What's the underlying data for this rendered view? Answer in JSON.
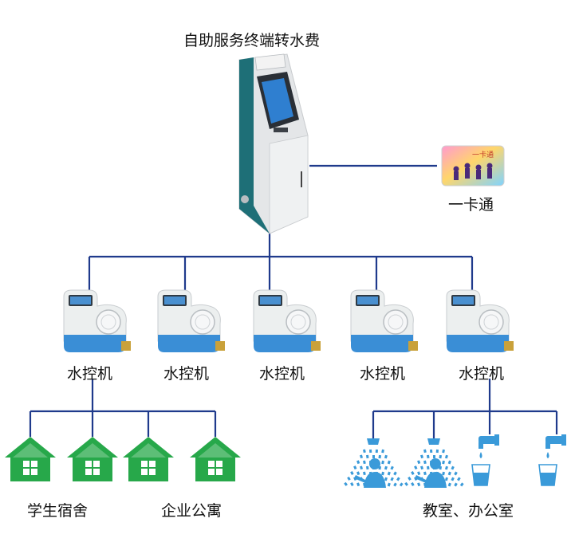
{
  "title": "自助服务终端转水费",
  "card_label": "一卡通",
  "card_logo_text": "一卡通",
  "kiosk_brand_text": "",
  "controllers": [
    {
      "label": "水控机"
    },
    {
      "label": "水控机"
    },
    {
      "label": "水控机"
    },
    {
      "label": "水控机"
    },
    {
      "label": "水控机"
    }
  ],
  "left_group_labels": {
    "dorm": "学生宿舍",
    "apartment": "企业公寓"
  },
  "right_group_label": "教室、办公室",
  "colors": {
    "line": "#1f3a8c",
    "house": "#27a84a",
    "water": "#3a9ad9",
    "meter_body": "#ecefef",
    "meter_base": "#3a8ed6",
    "kiosk_body": "#e4e6e8",
    "kiosk_trim": "#1e6f77"
  }
}
